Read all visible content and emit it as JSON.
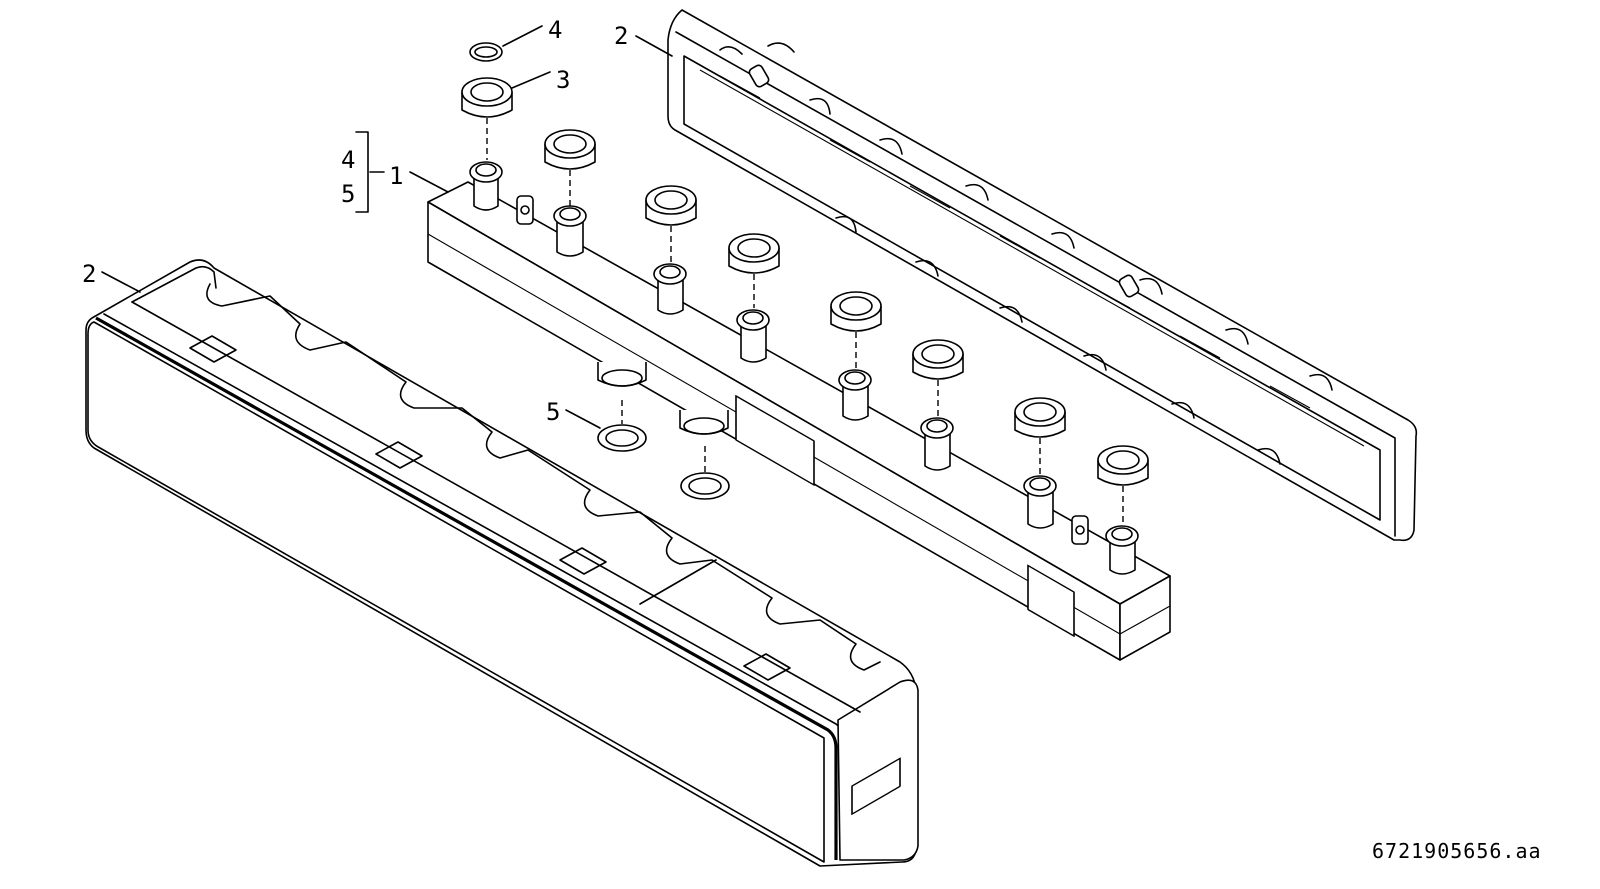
{
  "labels": {
    "item_4_top": "4",
    "item_3": "3",
    "item_2_top": "2",
    "bracket_4": "4",
    "bracket_5": "5",
    "item_1": "1",
    "item_2_left": "2",
    "item_5": "5"
  },
  "document_code": "6721905656.aa"
}
